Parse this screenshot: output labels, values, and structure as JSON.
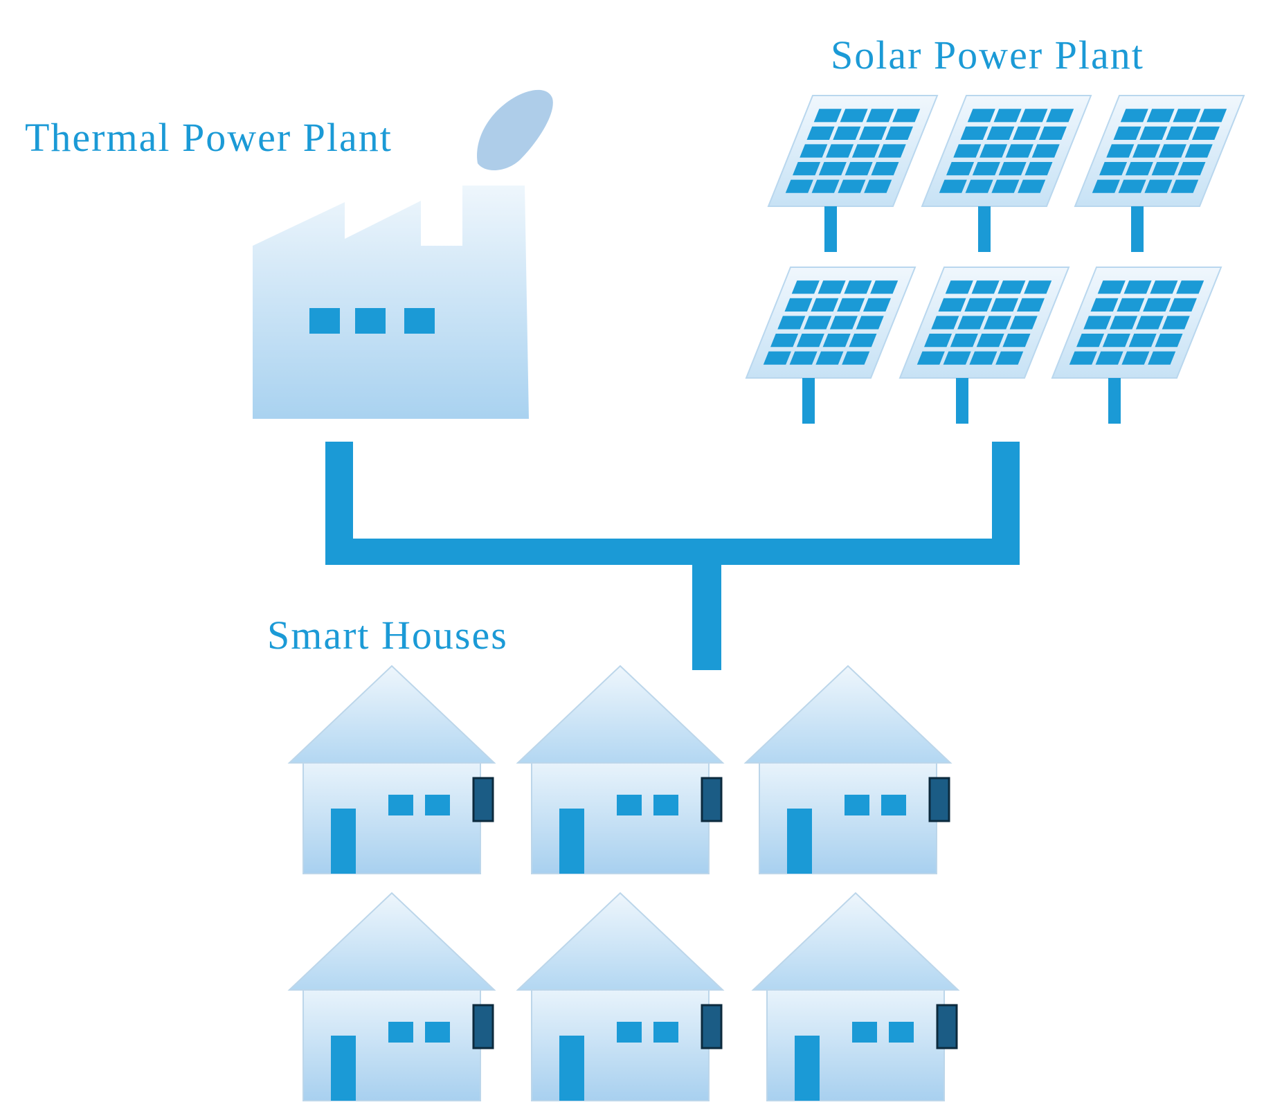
{
  "labels": {
    "thermal": "Thermal Power Plant",
    "solar": "Solar Power Plant",
    "houses": "Smart Houses"
  },
  "colors": {
    "accent": "#1b9ad6",
    "light": "#d6eaf7",
    "mid": "#aacfee",
    "meter": "#1b5c85",
    "smoke": "#aecde9"
  },
  "counts": {
    "solar_panels": 6,
    "smart_houses": 6
  }
}
